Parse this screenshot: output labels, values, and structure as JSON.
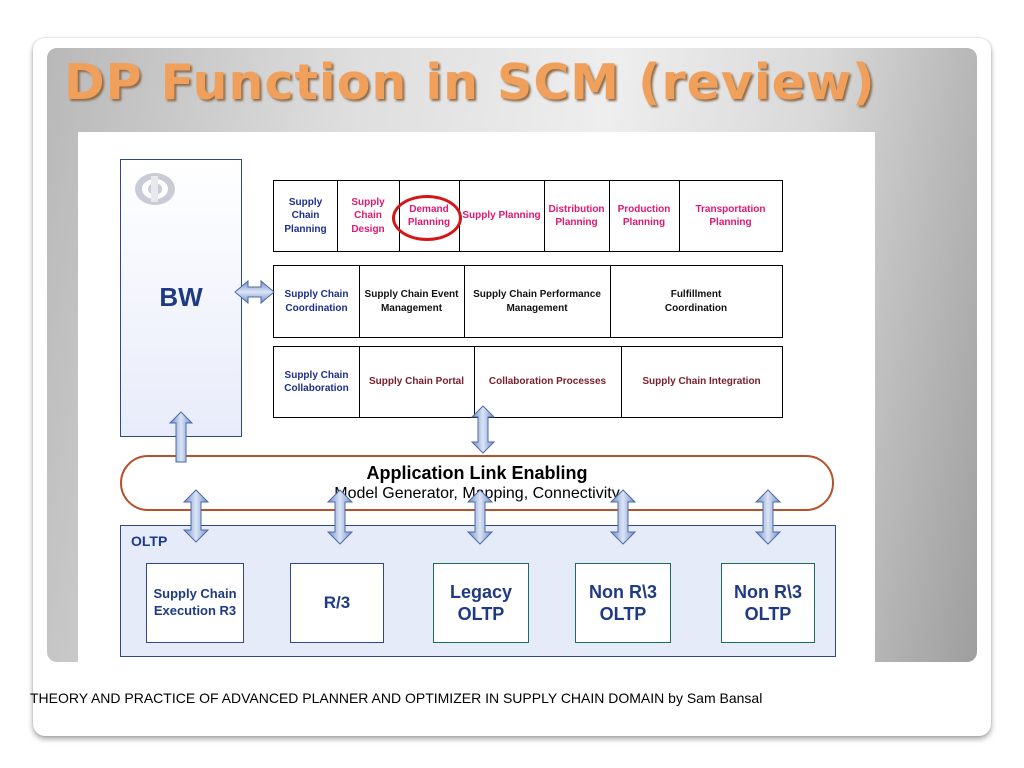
{
  "slide": {
    "title": "DP Function in SCM (review)",
    "footer": "THEORY AND PRACTICE OF ADVANCED PLANNER AND  OPTIMIZER IN SUPPLY CHAIN DOMAIN  by Sam Bansal"
  },
  "diagram": {
    "bw_label": "BW",
    "planning_row": {
      "header": "Supply Chain Planning",
      "cells": [
        "Supply Chain Design",
        "Demand Planning",
        "Supply Planning",
        "Distribution Planning",
        "Production Planning",
        "Transportation Planning"
      ],
      "highlighted": "Demand Planning"
    },
    "coordination_row": {
      "header": "Supply Chain Coordination",
      "cells": [
        "Supply Chain Event Management",
        "Supply Chain Performance Management",
        "Fulfillment Coordination"
      ]
    },
    "collaboration_row": {
      "header": "Supply Chain Collaboration",
      "cells": [
        "Supply Chain Portal",
        "Collaboration Processes",
        "Supply Chain Integration"
      ]
    },
    "ale": {
      "title": "Application Link Enabling",
      "subtitle": "Model Generator, Mapping, Connectivity"
    },
    "oltp": {
      "label": "OLTP",
      "systems": [
        "Supply Chain Execution R3",
        "R/3",
        "Legacy OLTP",
        "Non R\\3 OLTP",
        "Non R\\3 OLTP"
      ]
    },
    "colors": {
      "title": "#f0a05a",
      "header_blue": "#1c2f8c",
      "planning_pink": "#e0186f",
      "highlight_red": "#d61616",
      "arrow_blue": "#8ea8d8",
      "ale_border": "#b5522c"
    }
  }
}
